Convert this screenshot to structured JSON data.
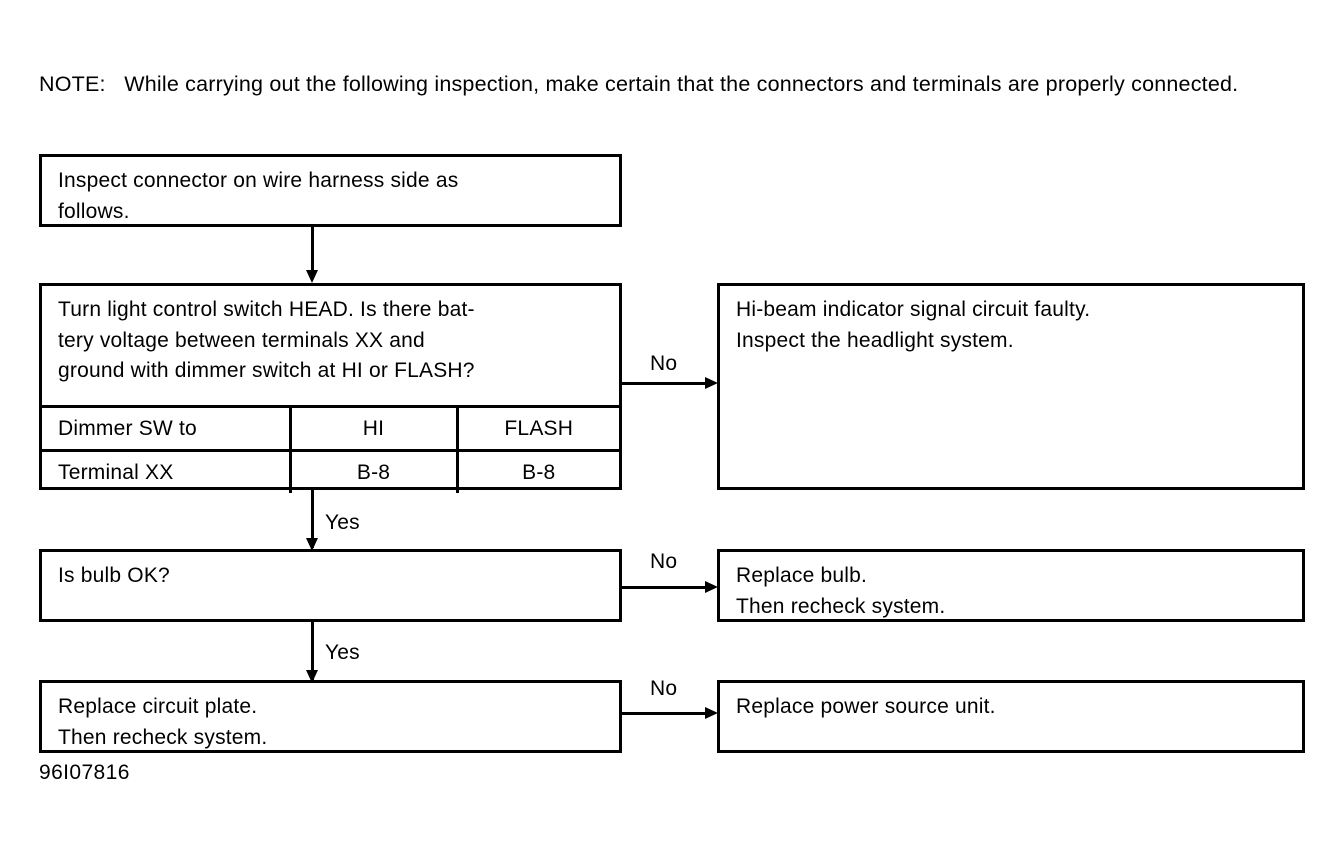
{
  "note": {
    "label": "NOTE:",
    "text": "NOTE:   While carrying out the following inspection, make certain that the connectors and terminals are properly connected."
  },
  "flow": {
    "box1": {
      "text": "Inspect connector on wire harness side as\nfollows."
    },
    "box2": {
      "question": "Turn light control switch HEAD. Is there bat-\ntery voltage between terminals XX and\nground with dimmer switch at HI or FLASH?",
      "table": {
        "rows": [
          {
            "label": "Dimmer SW to",
            "c1": "HI",
            "c2": "FLASH"
          },
          {
            "label": "Terminal XX",
            "c1": "B-8",
            "c2": "B-8"
          }
        ]
      }
    },
    "box3": {
      "text": "Is bulb OK?"
    },
    "box4": {
      "text": "Replace circuit plate.\nThen recheck system."
    },
    "box2_no": {
      "text": "Hi-beam indicator signal circuit faulty.\nInspect the headlight system."
    },
    "box3_no": {
      "text": "Replace bulb.\nThen recheck system."
    },
    "box4_no": {
      "text": "Replace power source unit."
    },
    "labels": {
      "no1": "No",
      "no2": "No",
      "no3": "No",
      "yes1": "Yes",
      "yes2": "Yes"
    }
  },
  "footer": {
    "id": "96I07816"
  }
}
